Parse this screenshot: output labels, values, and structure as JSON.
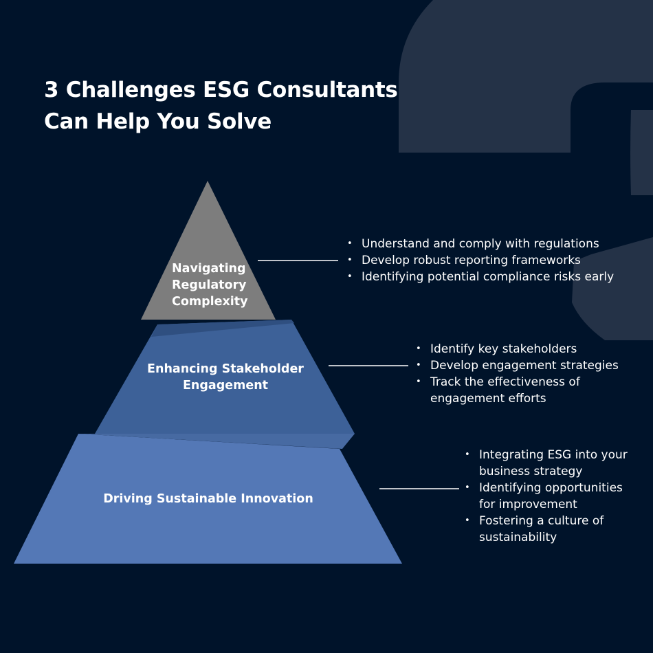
{
  "title": {
    "line1": "3 Challenges ESG Consultants",
    "line2": "Can Help You Solve"
  },
  "tiers": [
    {
      "label_lines": [
        "Navigating",
        "Regulatory",
        "Complexity"
      ],
      "color": "#7d7d7d",
      "bullets": [
        "Understand and comply with regulations",
        "Develop robust reporting frameworks",
        "Identifying potential compliance risks early"
      ]
    },
    {
      "label_lines": [
        "Enhancing Stakeholder",
        "Engagement"
      ],
      "color": "#3d6198",
      "bullets": [
        "Identify key stakeholders",
        "Develop engagement strategies",
        "Track the effectiveness of\nengagement efforts"
      ]
    },
    {
      "label_lines": [
        "Driving Sustainable Innovation"
      ],
      "color": "#5478b6",
      "bullets": [
        "Integrating ESG into your\nbusiness strategy",
        "Identifying opportunities\nfor improvement",
        "Fostering a culture of\nsustainability"
      ]
    }
  ],
  "colors": {
    "background": "#00132a",
    "watermark": "#243247",
    "text": "#ffffff"
  }
}
